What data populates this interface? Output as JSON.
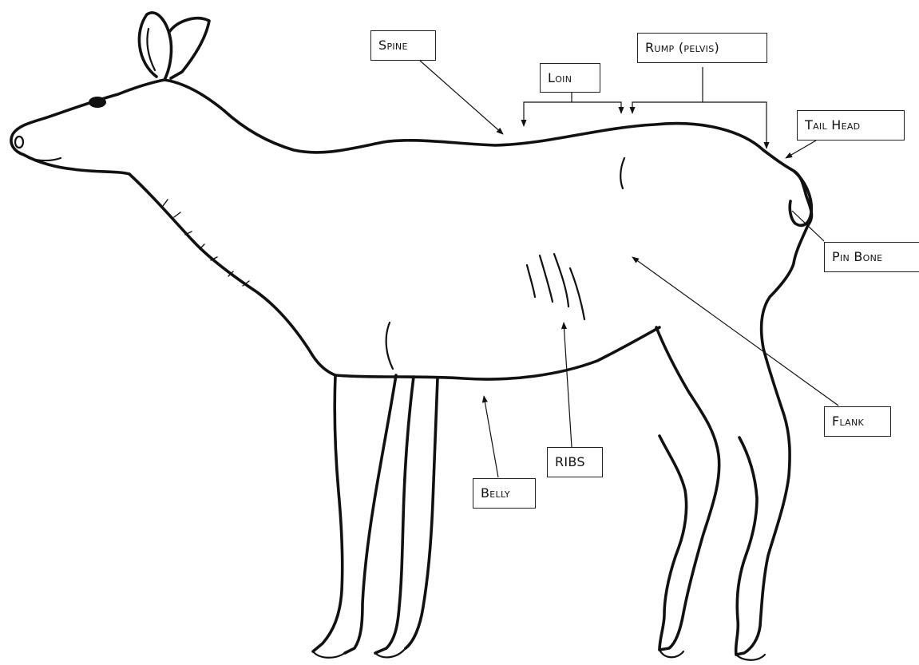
{
  "labels": {
    "spine": "Spine",
    "loin": "Loin",
    "rump": "Rump (pelvis)",
    "tail_head": "Tail Head",
    "pin_bone": "Pin Bone",
    "flank": "Flank",
    "ribs": "RIBS",
    "belly": "Belly"
  },
  "colors": {
    "line": "#111111",
    "background": "#ffffff"
  }
}
